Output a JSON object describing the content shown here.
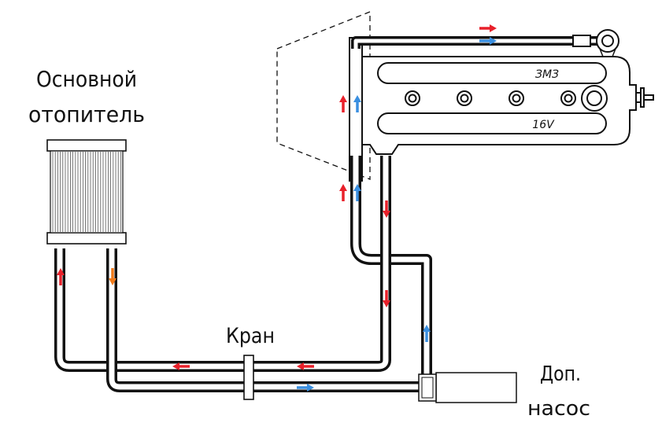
{
  "labels": {
    "main_heater_line1": "Основной",
    "main_heater_line2": "отопитель",
    "valve": "Кран",
    "aux_pump_line1": "Доп.",
    "aux_pump_line2": "насос",
    "engine_brand": "ЗМЗ",
    "engine_valves": "16V"
  },
  "colors": {
    "hot_flow": "#e8202a",
    "cold_flow": "#3a8fe0",
    "mixed_flow": "#f07a1a",
    "pipe": "#111111",
    "background": "#ffffff"
  }
}
